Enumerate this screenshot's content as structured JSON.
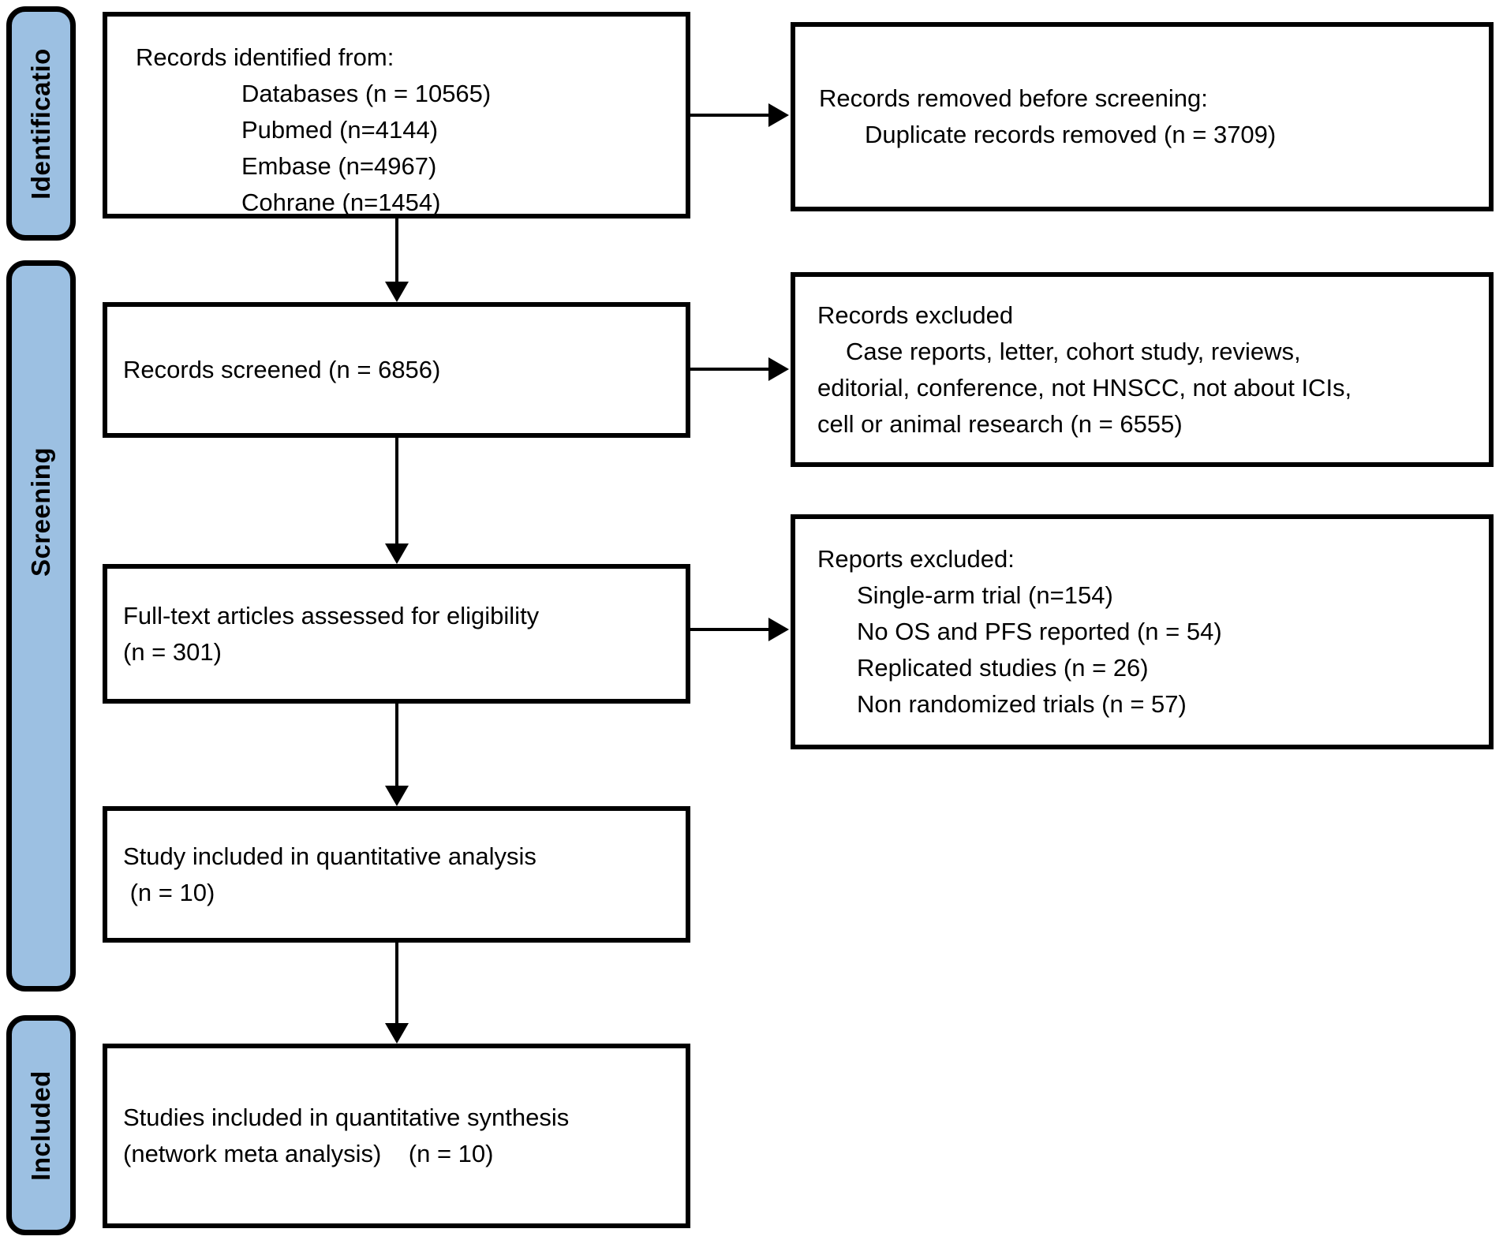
{
  "palette": {
    "stage_fill": "#9cc0e2",
    "border": "#000000",
    "background": "#ffffff",
    "text": "#000000"
  },
  "stages": {
    "identification": "Identificatio",
    "screening": "Screening",
    "included": "Included"
  },
  "boxes": {
    "records_identified": {
      "lines": [
        "Records identified from:",
        "Databases (n = 10565)",
        "Pubmed (n=4144)",
        "Embase (n=4967)",
        "Cohrane (n=1454)"
      ]
    },
    "records_removed": {
      "lines": [
        "Records removed before screening:",
        "Duplicate records removed (n = 3709)"
      ]
    },
    "records_screened": {
      "lines": [
        "Records screened (n = 6856)"
      ]
    },
    "records_excluded": {
      "lines": [
        "Records excluded",
        "Case reports, letter, cohort study, reviews,",
        "editorial, conference, not HNSCC, not about ICIs,",
        "cell or animal research (n = 6555)"
      ]
    },
    "fulltext_assessed": {
      "lines": [
        "Full-text articles assessed for eligibility",
        "(n = 301)"
      ]
    },
    "reports_excluded": {
      "lines": [
        "Reports excluded:",
        "Single-arm trial (n=154)",
        "No OS and PFS reported (n = 54)",
        "Replicated studies (n = 26)",
        "Non randomized trials (n = 57)"
      ]
    },
    "quantitative_analysis": {
      "lines": [
        "Study included in quantitative analysis",
        " (n = 10)"
      ]
    },
    "quantitative_synthesis": {
      "lines": [
        "Studies included in quantitative synthesis",
        "(network meta analysis)    (n = 10)"
      ]
    }
  }
}
